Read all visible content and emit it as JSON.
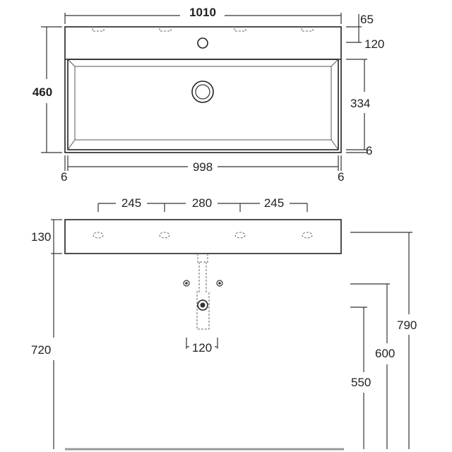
{
  "top_view": {
    "overall_width": "1010",
    "depth": "460",
    "rim_back": "65",
    "rim_depth": "120",
    "basin_depth": "334",
    "front_lip": "6",
    "inner_width": "998",
    "side_left": "6",
    "side_right": "6"
  },
  "front_view": {
    "bracket_left": "245",
    "bracket_middle": "280",
    "bracket_right": "245",
    "basin_height": "130",
    "mount_height": "720",
    "waste_spacing": "120",
    "height_top": "790",
    "height_mid": "600",
    "height_low": "550"
  }
}
